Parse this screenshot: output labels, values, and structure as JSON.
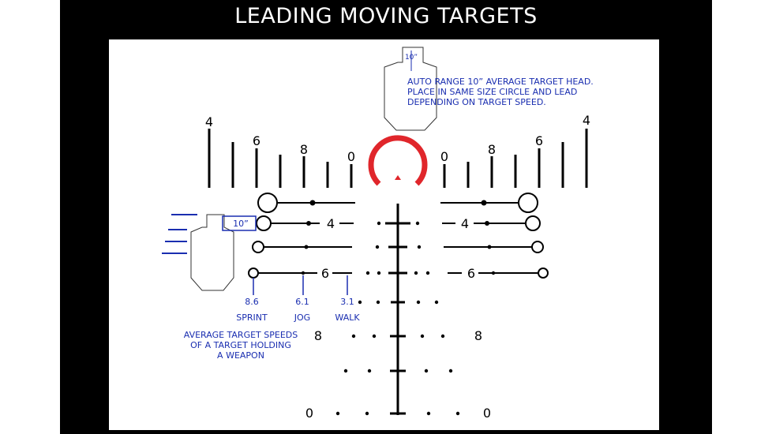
{
  "title": "LEADING MOVING TARGETS",
  "colors": {
    "frame": "#000000",
    "background": "#ffffff",
    "reticle": "#000000",
    "annotation": "#1a2eb0",
    "ring": "#e0262b",
    "chevron": "#e0262b"
  },
  "head_target": {
    "size_label": "10”",
    "note_lines": [
      "AUTO RANGE 10” AVERAGE TARGET HEAD.",
      "PLACE IN SAME SIZE CIRCLE AND LEAD",
      "DEPENDING ON TARGET SPEED."
    ]
  },
  "side_target": {
    "size_label": "10”"
  },
  "top_scale": {
    "left_labels": [
      "4",
      "6",
      "8",
      "0"
    ],
    "right_labels": [
      "0",
      "8",
      "6",
      "4"
    ]
  },
  "lead_rows": {
    "row2_label": "4",
    "row4_label": "6"
  },
  "speeds": [
    {
      "value": "8.6",
      "name": "SPRINT"
    },
    {
      "value": "6.1",
      "name": "JOG"
    },
    {
      "value": "3.1",
      "name": "WALK"
    }
  ],
  "speeds_note_lines": [
    "AVERAGE TARGET SPEEDS",
    "OF A TARGET HOLDING",
    "A WEAPON"
  ],
  "drop_labels": {
    "row8_left": "8",
    "row8_right": "8",
    "row0_left": "0",
    "row0_right": "0"
  }
}
